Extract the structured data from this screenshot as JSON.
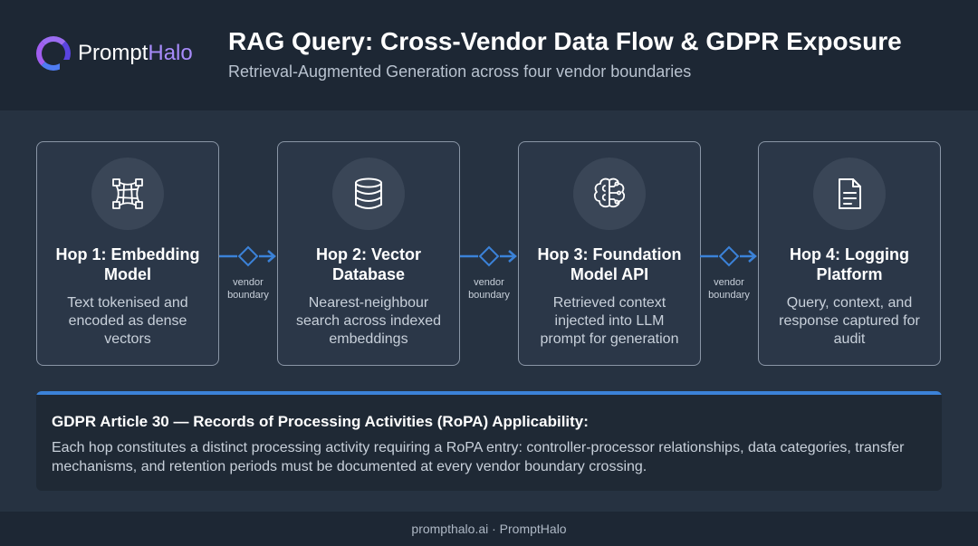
{
  "brand": {
    "name_prefix": "Prompt",
    "name_suffix": "Halo",
    "accent_color": "#a78bfa"
  },
  "header": {
    "title": "RAG Query: Cross-Vendor Data Flow & GDPR Exposure",
    "subtitle": "Retrieval-Augmented Generation across four vendor boundaries"
  },
  "hops": [
    {
      "icon": "embedding-grid-icon",
      "title": "Hop 1: Embedding Model",
      "desc": "Text tokenised and encoded as dense vectors"
    },
    {
      "icon": "database-icon",
      "title": "Hop 2: Vector Database",
      "desc": "Nearest-neighbour search across indexed embeddings"
    },
    {
      "icon": "brain-icon",
      "title": "Hop 3: Foundation Model API",
      "desc": "Retrieved context injected into LLM prompt for generation"
    },
    {
      "icon": "document-icon",
      "title": "Hop 4: Logging Platform",
      "desc": "Query, context, and response captured for audit"
    }
  ],
  "connectors": [
    {
      "label_line1": "vendor",
      "label_line2": "boundary"
    },
    {
      "label_line1": "vendor",
      "label_line2": "boundary"
    },
    {
      "label_line1": "vendor",
      "label_line2": "boundary"
    }
  ],
  "gdpr": {
    "title": "GDPR Article 30 — Records of Processing Activities (RoPA) Applicability:",
    "body": "Each hop constitutes a distinct processing activity requiring a RoPA entry: controller-processor relationships, data categories, transfer mechanisms, and retention periods must be documented at every vendor boundary crossing.",
    "accent_color": "#3b82d8"
  },
  "footer": {
    "text": "prompthalo.ai · PromptHalo"
  }
}
